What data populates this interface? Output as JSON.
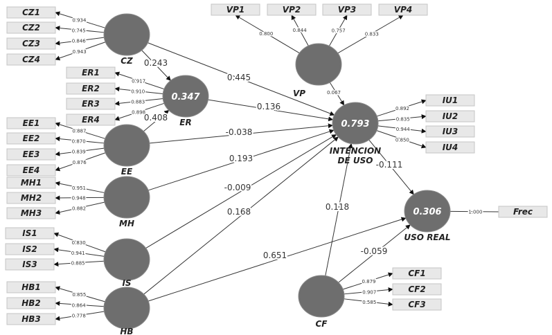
{
  "latents": [
    {
      "id": "CZ",
      "name": "CZ",
      "r2": ""
    },
    {
      "id": "ER",
      "name": "ER",
      "r2": "0.347"
    },
    {
      "id": "EE",
      "name": "EE",
      "r2": ""
    },
    {
      "id": "MH",
      "name": "MH",
      "r2": ""
    },
    {
      "id": "IS",
      "name": "IS",
      "r2": ""
    },
    {
      "id": "HB",
      "name": "HB",
      "r2": ""
    },
    {
      "id": "VP",
      "name": "VP",
      "r2": ""
    },
    {
      "id": "IU",
      "name": "INTENCION DE USO",
      "r2": "0.793"
    },
    {
      "id": "UR",
      "name": "USO REAL",
      "r2": "0.306"
    },
    {
      "id": "CF",
      "name": "CF",
      "r2": ""
    }
  ],
  "indicators": [
    {
      "id": "CZ1",
      "latent": "CZ",
      "loading": "0.934"
    },
    {
      "id": "CZ2",
      "latent": "CZ",
      "loading": "0.745"
    },
    {
      "id": "CZ3",
      "latent": "CZ",
      "loading": "0.846"
    },
    {
      "id": "CZ4",
      "latent": "CZ",
      "loading": "0.943"
    },
    {
      "id": "ER1",
      "latent": "ER",
      "loading": "0.917"
    },
    {
      "id": "ER2",
      "latent": "ER",
      "loading": "0.910"
    },
    {
      "id": "ER3",
      "latent": "ER",
      "loading": "0.883"
    },
    {
      "id": "ER4",
      "latent": "ER",
      "loading": "0.898"
    },
    {
      "id": "EE1",
      "latent": "EE",
      "loading": "0.887"
    },
    {
      "id": "EE2",
      "latent": "EE",
      "loading": "0.870"
    },
    {
      "id": "EE3",
      "latent": "EE",
      "loading": "0.839"
    },
    {
      "id": "EE4",
      "latent": "EE",
      "loading": "0.876"
    },
    {
      "id": "MH1",
      "latent": "MH",
      "loading": "0.951"
    },
    {
      "id": "MH2",
      "latent": "MH",
      "loading": "0.948"
    },
    {
      "id": "MH3",
      "latent": "MH",
      "loading": "0.882"
    },
    {
      "id": "IS1",
      "latent": "IS",
      "loading": "0.830"
    },
    {
      "id": "IS2",
      "latent": "IS",
      "loading": "0.941"
    },
    {
      "id": "IS3",
      "latent": "IS",
      "loading": "0.885"
    },
    {
      "id": "HB1",
      "latent": "HB",
      "loading": "0.855"
    },
    {
      "id": "HB2",
      "latent": "HB",
      "loading": "0.864"
    },
    {
      "id": "HB3",
      "latent": "HB",
      "loading": "0.778"
    },
    {
      "id": "VP1",
      "latent": "VP",
      "loading": "0.800"
    },
    {
      "id": "VP2",
      "latent": "VP",
      "loading": "0.844"
    },
    {
      "id": "VP3",
      "latent": "VP",
      "loading": "0.757"
    },
    {
      "id": "VP4",
      "latent": "VP",
      "loading": "0.833"
    },
    {
      "id": "IU1",
      "latent": "IU",
      "loading": "0.892"
    },
    {
      "id": "IU2",
      "latent": "IU",
      "loading": "0.835"
    },
    {
      "id": "IU3",
      "latent": "IU",
      "loading": "0.944"
    },
    {
      "id": "IU4",
      "latent": "IU",
      "loading": "0.850"
    },
    {
      "id": "Frec",
      "latent": "UR",
      "loading": "1.000"
    },
    {
      "id": "CF1",
      "latent": "CF",
      "loading": "0.879"
    },
    {
      "id": "CF2",
      "latent": "CF",
      "loading": "0.907"
    },
    {
      "id": "CF3",
      "latent": "CF",
      "loading": "0.585"
    }
  ],
  "paths": [
    {
      "from": "CZ",
      "to": "ER",
      "coef": "0.243"
    },
    {
      "from": "EE",
      "to": "ER",
      "coef": "0.408"
    },
    {
      "from": "CZ",
      "to": "IU",
      "coef": "0.445"
    },
    {
      "from": "ER",
      "to": "IU",
      "coef": "0.136"
    },
    {
      "from": "EE",
      "to": "IU",
      "coef": "-0.038"
    },
    {
      "from": "MH",
      "to": "IU",
      "coef": "0.193"
    },
    {
      "from": "IS",
      "to": "IU",
      "coef": "-0.009"
    },
    {
      "from": "HB",
      "to": "IU",
      "coef": "0.168"
    },
    {
      "from": "VP",
      "to": "IU",
      "coef": "0.067"
    },
    {
      "from": "CF",
      "to": "IU",
      "coef": "0.118"
    },
    {
      "from": "IU",
      "to": "UR",
      "coef": "-0.111"
    },
    {
      "from": "HB",
      "to": "UR",
      "coef": "0.651"
    },
    {
      "from": "CF",
      "to": "UR",
      "coef": "-0.059"
    }
  ]
}
